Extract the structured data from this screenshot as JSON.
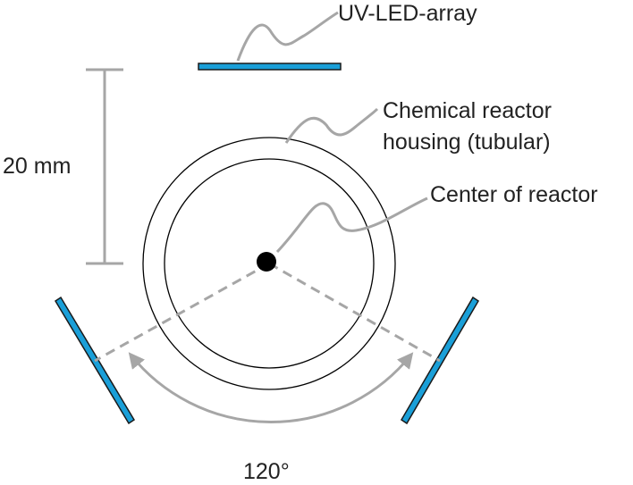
{
  "labels": {
    "uv_led_array": "UV-LED-array",
    "housing_line1": "Chemical reactor",
    "housing_line2": "housing (tubular)",
    "center": "Center of reactor",
    "dimension": "20 mm",
    "angle": "120°"
  },
  "colors": {
    "led": "#1a9fd8",
    "leader": "#a6a6a6",
    "outline": "#000000",
    "text": "#222222"
  }
}
